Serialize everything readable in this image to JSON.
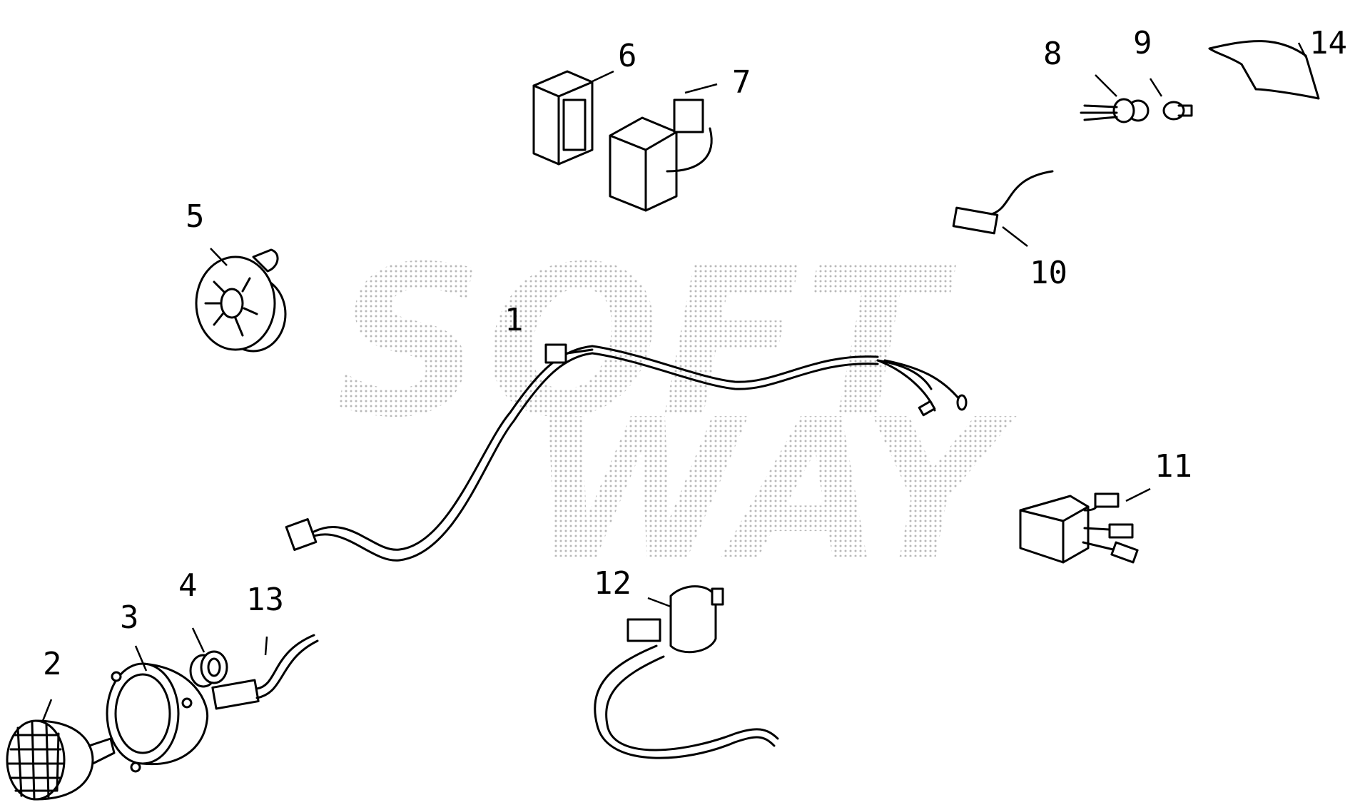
{
  "watermark": {
    "line1": "SOFT",
    "line2": "WAY"
  },
  "callouts": {
    "c1": "1",
    "c2": "2",
    "c3": "3",
    "c4": "4",
    "c5": "5",
    "c6": "6",
    "c7": "7",
    "c8": "8",
    "c9": "9",
    "c10": "10",
    "c11": "11",
    "c12": "12",
    "c13": "13",
    "c14": "14"
  }
}
